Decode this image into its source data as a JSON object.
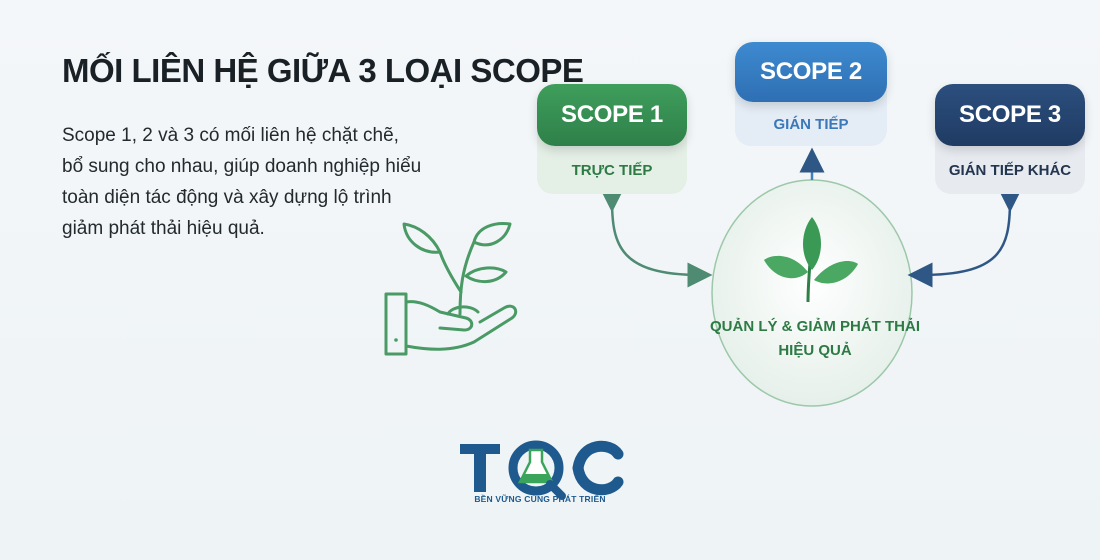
{
  "title": "MỐI LIÊN HỆ GIỮA 3 LOẠI SCOPE",
  "description_lines": [
    "Scope 1, 2 và 3 có mối liên hệ chặt chẽ,",
    "bổ sung cho nhau, giúp doanh nghiệp hiểu",
    "toàn diện tác động và xây dựng lộ trình",
    "giảm phát thải hiệu quả."
  ],
  "scopes": [
    {
      "label": "SCOPE 1",
      "sub": "TRỰC TIẾP",
      "color": "#2e8049"
    },
    {
      "label": "SCOPE 2",
      "sub": "GIÁN TIẾP",
      "color": "#2f6fb3"
    },
    {
      "label": "SCOPE 3",
      "sub": "GIÁN TIẾP KHÁC",
      "color": "#1f3b63"
    }
  ],
  "center": {
    "lines": [
      "QUẢN LÝ & GIẢM PHÁT THẢI",
      "HIỆU QUẢ"
    ],
    "icon": "leaf-icon",
    "color": "#2d7a45"
  },
  "logo": {
    "wordmark": "TQC",
    "tagline": "BỀN VỮNG CÙNG PHÁT TRIỂN",
    "colors": {
      "blue": "#1e5a8e",
      "green": "#3aa55a"
    }
  },
  "illustration": {
    "icon": "hand-plant-icon",
    "color": "#4a9a65"
  }
}
